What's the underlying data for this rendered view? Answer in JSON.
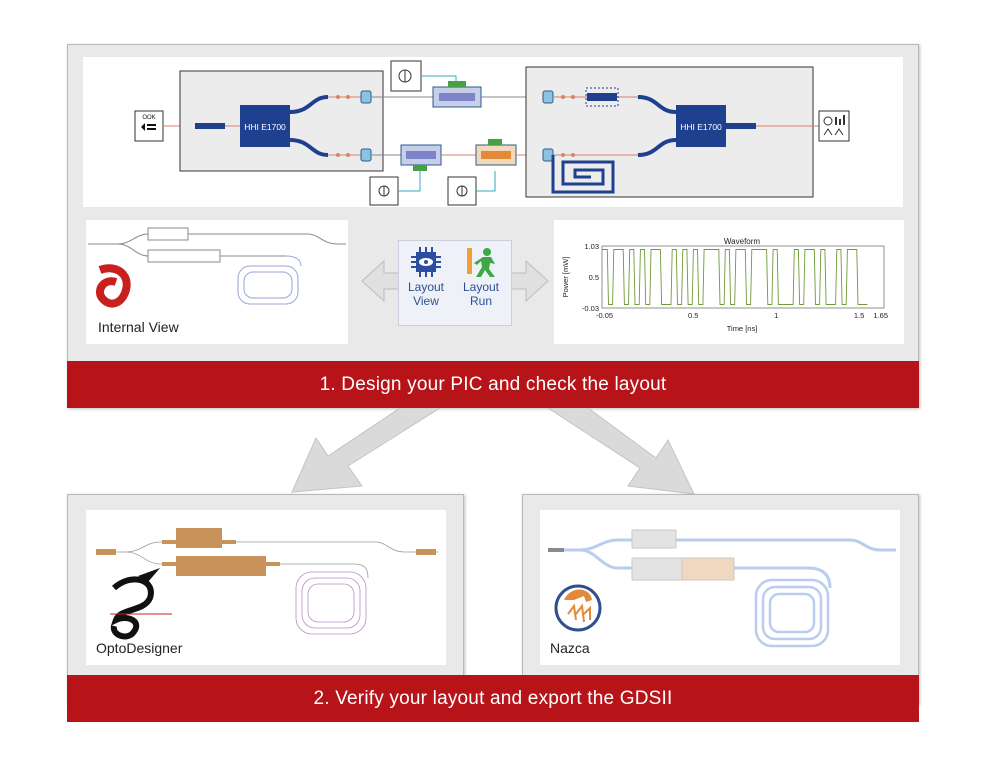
{
  "top_panel": {
    "schematic": {
      "source_label": "OOK",
      "left_block_label": "HHI E1700",
      "right_block_label": "HHI E1700"
    },
    "internal_view": {
      "label": "Internal View"
    },
    "toolbar": {
      "layout_view_label_1": "Layout",
      "layout_view_label_2": "View",
      "layout_run_label_1": "Layout",
      "layout_run_label_2": "Run"
    },
    "banner": "1. Design your PIC and check the layout"
  },
  "chart_data": {
    "type": "line",
    "title": "Waveform",
    "xlabel": "Time [ns]",
    "ylabel": "Power [mW]",
    "xlim": [
      -0.05,
      1.65
    ],
    "ylim": [
      -0.03,
      1.03
    ],
    "x_ticks": [
      "-0.05",
      "0.5",
      "1",
      "1.5",
      "1.65"
    ],
    "y_ticks": [
      "1.03",
      "0.5",
      "-0.03"
    ],
    "grid": false,
    "series": [
      {
        "bits": [
          1,
          0,
          1,
          1,
          0,
          1,
          0,
          1,
          0,
          1,
          1,
          0,
          0,
          1,
          0,
          1,
          0,
          1,
          0,
          1,
          1,
          1,
          0,
          1,
          0,
          1,
          1,
          0,
          1,
          1,
          1,
          0,
          1,
          0,
          0,
          0,
          1,
          0,
          1,
          1,
          0,
          1,
          0,
          0,
          1,
          0,
          1,
          1,
          0,
          0
        ],
        "x_start": -0.05,
        "bit_period": 0.032,
        "color": "#6f9a3a"
      }
    ]
  },
  "bottom_left": {
    "label": "OptoDesigner"
  },
  "bottom_right": {
    "label": "Nazca"
  },
  "bottom_banner": "2. Verify your layout and export the GDSII",
  "colors": {
    "banner": "#b7141a",
    "block_blue": "#1f3f8f",
    "waveguide": "#1f3f8f",
    "optodesigner_orange": "#c8935a",
    "nazca_blue": "#b9cdee",
    "waveform_green": "#6f9a3a"
  }
}
